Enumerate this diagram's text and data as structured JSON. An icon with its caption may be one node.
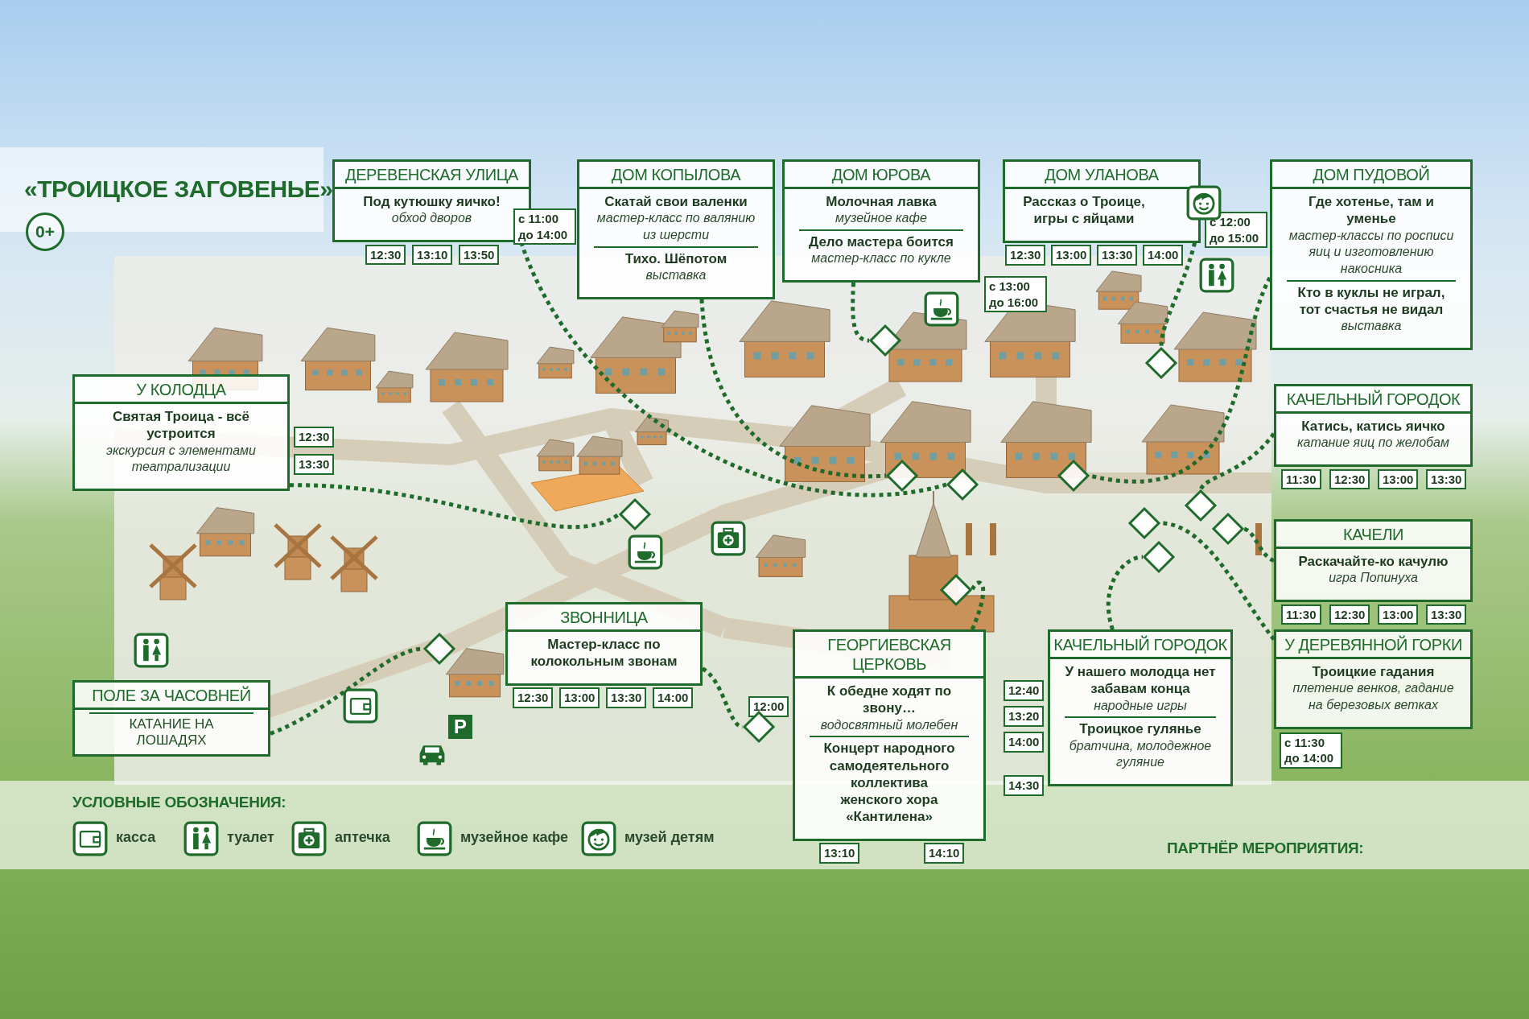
{
  "diagram": {
    "title": "«ТРОИЦКОЕ ЗАГОВЕНЬЕ»",
    "nodes": [
      {
        "text": [
          "0+"
        ]
      },
      {
        "text": [
          "ДЕРЕВЕНСКАЯ УЛИЦА",
          "Под кутюшку яичко!",
          "обход дворов"
        ],
        "beside": [
          "12:30",
          "13:10",
          "13:50"
        ]
      },
      {
        "text": [
          "ДОМ КОПЫЛОВА",
          "Скатай свои валенки",
          "мастер-класс по валянию из шерсти",
          "Тихо. Шёпотом",
          "выставка"
        ],
        "beside": [
          "с 11:00 до 14:00"
        ]
      },
      {
        "text": [
          "ДОМ ЮРОВА",
          "Молочная лавка",
          "музейное кафе",
          "Дело мастера боится",
          "мастер-класс по кукле"
        ],
        "beside": [
          "с 13:00 до 16:00"
        ]
      },
      {
        "text": [
          "ДОМ УЛАНОВА",
          "Рассказ о Троице, игры с яйцами"
        ],
        "beside": [
          "12:30",
          "13:00",
          "13:30",
          "14:00"
        ]
      },
      {
        "text": [
          "ДОМ ПУДОВОЙ",
          "Где хотенье, там и уменье",
          "мастер-классы по росписи яиц и изготовлению накосника",
          "Кто в куклы не играл, тот счастья не видал",
          "выставка"
        ],
        "beside": [
          "с 12:00 до 15:00"
        ]
      },
      {
        "text": [
          "У КОЛОДЦА",
          "Святая Троица - всё устроится",
          "экскурсия с элементами театрализации"
        ],
        "beside": [
          "12:30",
          "13:30"
        ]
      },
      {
        "text": [
          "КАЧЕЛЬНЫЙ ГОРОДОК",
          "Катись, катись яичко",
          "катание яиц по желобам"
        ],
        "beside": [
          "11:30",
          "12:30",
          "13:00",
          "13:30"
        ]
      },
      {
        "text": [
          "КАЧЕЛИ",
          "Раскачайте-ко качулю",
          "игра Попинуха"
        ],
        "beside": [
          "11:30",
          "12:30",
          "13:00",
          "13:30"
        ]
      },
      {
        "text": [
          "ЗВОННИЦА",
          "Мастер-класс по колокольным звонам"
        ],
        "beside": [
          "12:30",
          "13:00",
          "13:30",
          "14:00"
        ]
      },
      {
        "text": [
          "ГЕОРГИЕВСКАЯ ЦЕРКОВЬ",
          "К обедне ходят по звону…",
          "водосвятный молебен",
          "Концерт народного самодеятельного коллектива женского хора «Кантилена»"
        ],
        "beside": [
          "12:00",
          "13:10",
          "14:10"
        ]
      },
      {
        "text": [
          "КАЧЕЛЬНЫЙ ГОРОДОК",
          "У нашего молодца нет забавам конца",
          "народные игры",
          "Троицкое гулянье",
          "братчина, молодежное гуляние"
        ],
        "beside": [
          "12:40",
          "13:20",
          "14:00",
          "14:30"
        ]
      },
      {
        "text": [
          "У ДЕРЕВЯННОЙ ГОРКИ",
          "Троицкие гадания",
          "плетение венков, гадание на березовых ветках"
        ],
        "beside": [
          "с 11:30 до 14:00"
        ]
      },
      {
        "text": [
          "ПОЛЕ ЗА ЧАСОВНЕЙ",
          "КАТАНИЕ НА ЛОШАДЯХ"
        ]
      },
      {
        "text": [],
        "shape": "diamond"
      },
      {
        "text": [],
        "shape": "diamond"
      },
      {
        "text": [],
        "shape": "diamond"
      },
      {
        "text": [],
        "shape": "diamond"
      },
      {
        "text": [],
        "shape": "diamond"
      },
      {
        "text": [],
        "shape": "diamond"
      },
      {
        "text": [],
        "shape": "diamond"
      },
      {
        "text": [],
        "shape": "diamond"
      },
      {
        "text": [],
        "shape": "diamond"
      },
      {
        "text": [],
        "shape": "diamond"
      },
      {
        "text": [],
        "shape": "diamond"
      },
      {
        "text": [],
        "shape": "diamond"
      },
      {
        "text": [],
        "shape": "diamond"
      }
    ],
    "edges": [
      {
        "from": 1,
        "to": 20,
        "arrow": "none"
      },
      {
        "from": 2,
        "to": 18,
        "arrow": "none"
      },
      {
        "from": 3,
        "to": 17,
        "arrow": "none"
      },
      {
        "from": 4,
        "to": 23,
        "arrow": "none"
      },
      {
        "from": 5,
        "to": 21,
        "arrow": "none"
      },
      {
        "from": 7,
        "to": 25,
        "arrow": "none"
      },
      {
        "from": 8,
        "to": 26,
        "arrow": "none"
      },
      {
        "from": 12,
        "to": 22,
        "arrow": "none"
      },
      {
        "from": 11,
        "to": 24,
        "arrow": "none"
      },
      {
        "from": 10,
        "to": 19,
        "arrow": "none"
      },
      {
        "from": 9,
        "to": 16,
        "arrow": "none"
      },
      {
        "from": 6,
        "to": 15,
        "arrow": "none"
      },
      {
        "from": 13,
        "to": 14,
        "arrow": "none"
      }
    ],
    "labels": [
      "P",
      "УСЛОВНЫЕ ОБОЗНАЧЕНИЯ:",
      "ПАРТНЁР МЕРОПРИЯТИЯ:"
    ],
    "legend": [
      {
        "text": "касса"
      },
      {
        "text": "туалет"
      },
      {
        "text": "аптечка"
      },
      {
        "text": "музейное кафе"
      },
      {
        "text": "музей детям"
      }
    ]
  }
}
